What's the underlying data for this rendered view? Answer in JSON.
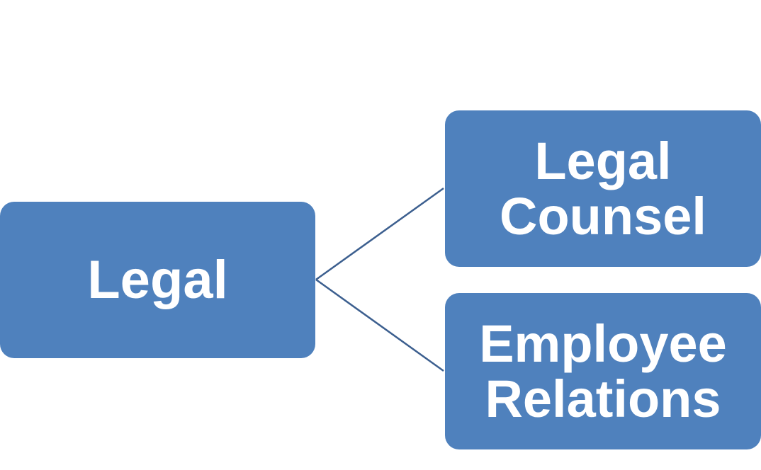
{
  "colors": {
    "node_fill": "#4f81bd",
    "connector": "#3c5f8f",
    "node_text": "#ffffff"
  },
  "diagram": {
    "root": {
      "label": "Legal"
    },
    "children": [
      {
        "label": "Legal\nCounsel"
      },
      {
        "label": "Employee\nRelations"
      }
    ]
  }
}
